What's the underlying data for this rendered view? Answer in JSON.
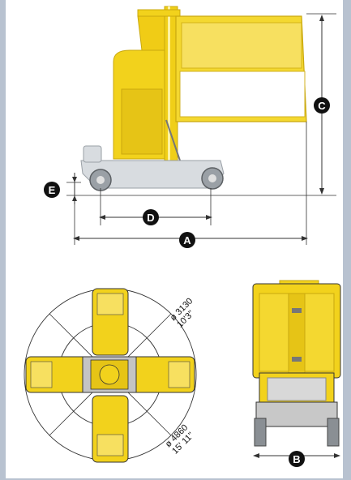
{
  "side_view": {
    "labels": {
      "a": "A",
      "c": "C",
      "d": "D",
      "e": "E"
    }
  },
  "top_view": {
    "inner_diameter": {
      "metric": "ø 3130",
      "imperial": "10'3\""
    },
    "outer_diameter": {
      "metric": "ø 4860",
      "imperial": "15' 11\""
    }
  },
  "rear_view": {
    "labels": {
      "b": "B"
    }
  },
  "colors": {
    "machine_yellow": "#f2d21c",
    "machine_shadow": "#c9a80e",
    "chassis_grey": "#a8a8a8",
    "frame_blue_grey": "#b8c2d0"
  }
}
